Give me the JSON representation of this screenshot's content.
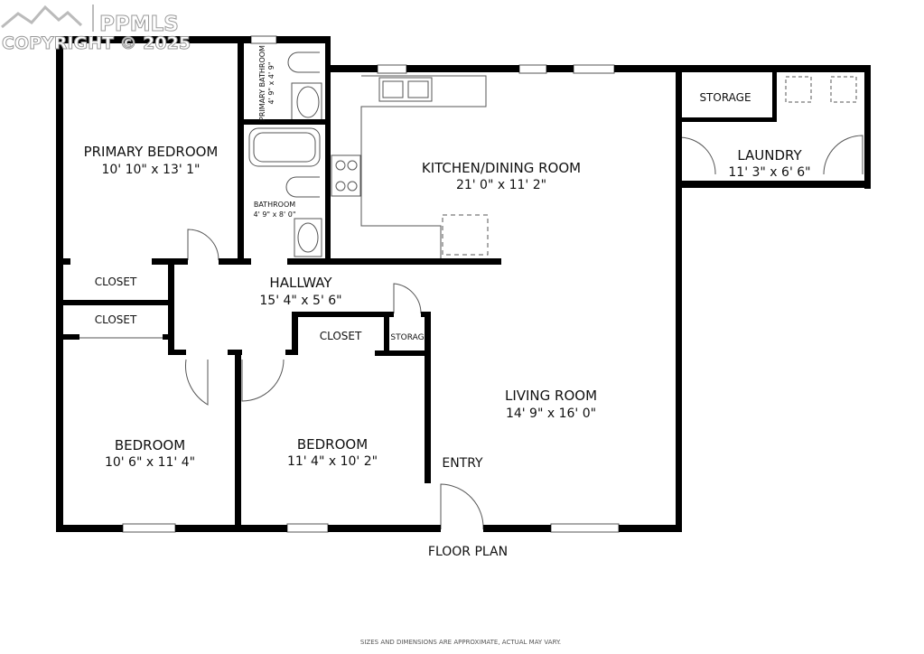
{
  "watermark": {
    "brand": "PPMLS",
    "copyright": "COPYRIGHT © 2025"
  },
  "rooms": [
    {
      "name": "PRIMARY BEDROOM",
      "dims": "10' 10\" x 13' 1\""
    },
    {
      "name": "PRIMARY BATHROOM",
      "dims": "4' 9\" x 4' 9\""
    },
    {
      "name": "BATHROOM",
      "dims": "4' 9\" x 8' 0\""
    },
    {
      "name": "KITCHEN/DINING ROOM",
      "dims": "21' 0\" x 11' 2\""
    },
    {
      "name": "STORAGE",
      "dims": ""
    },
    {
      "name": "LAUNDRY",
      "dims": "11' 3\" x 6' 6\""
    },
    {
      "name": "HALLWAY",
      "dims": "15' 4\" x 5' 6\""
    },
    {
      "name": "CLOSET",
      "dims": ""
    },
    {
      "name": "CLOSET",
      "dims": ""
    },
    {
      "name": "CLOSET",
      "dims": ""
    },
    {
      "name": "STORAG",
      "dims": ""
    },
    {
      "name": "LIVING ROOM",
      "dims": "14' 9\" x 16' 0\""
    },
    {
      "name": "BEDROOM",
      "dims": "10' 6\" x 11' 4\""
    },
    {
      "name": "BEDROOM",
      "dims": "11' 4\" x 10' 2\""
    },
    {
      "name": "ENTRY",
      "dims": ""
    }
  ],
  "plan_title": "FLOOR PLAN",
  "disclaimer": "SIZES AND DIMENSIONS ARE APPROXIMATE, ACTUAL MAY VARY."
}
